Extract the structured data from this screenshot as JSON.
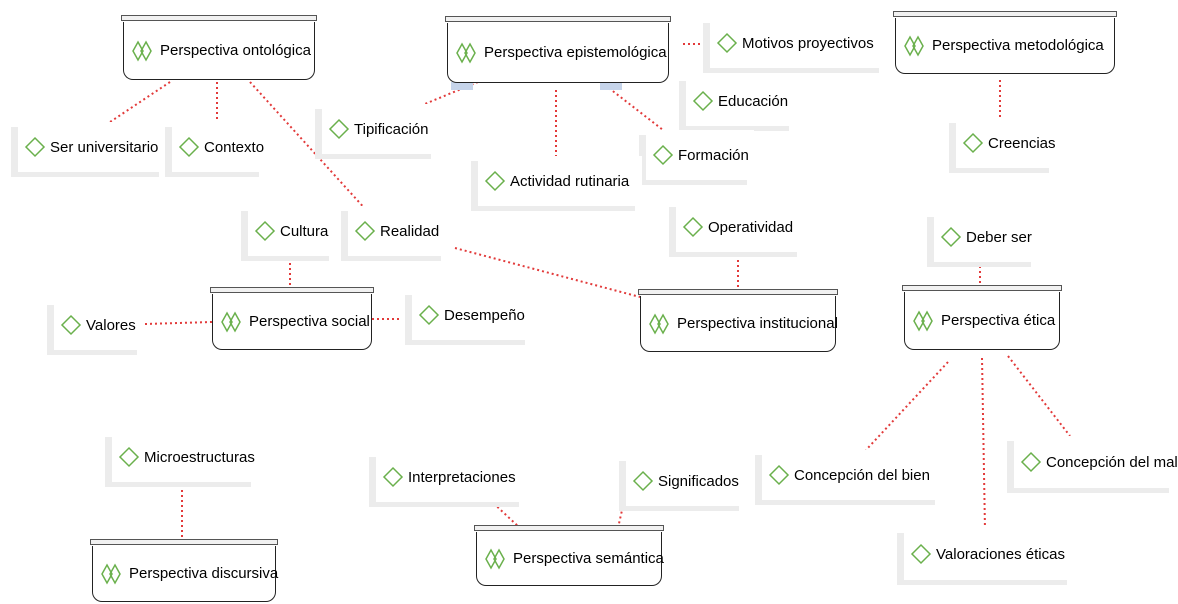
{
  "groups": {
    "ontologica": "Perspectiva ontológica",
    "epistemologica": "Perspectiva epistemológica",
    "metodologica": "Perspectiva metodológica",
    "social": "Perspectiva social",
    "institucional": "Perspectiva institucional",
    "etica": "Perspectiva ética",
    "discursiva": "Perspectiva discursiva",
    "semantica": "Perspectiva semántica"
  },
  "codes": {
    "motivos_proyectivos": "Motivos proyectivos",
    "educacion": "Educación",
    "ser_universitario": "Ser universitario",
    "contexto": "Contexto",
    "tipificacion": "Tipificación",
    "formacion": "Formación",
    "creencias": "Creencias",
    "actividad_rutinaria": "Actividad rutinaria",
    "cultura": "Cultura",
    "realidad": "Realidad",
    "operatividad": "Operatividad",
    "deber_ser": "Deber ser",
    "valores": "Valores",
    "desempeno": "Desempeño",
    "microestructuras": "Microestructuras",
    "interpretaciones": "Interpretaciones",
    "significados": "Significados",
    "concepcion_bien": "Concepción del bien",
    "concepcion_mal": "Concepción del mal",
    "valoraciones_eticas": "Valoraciones éticas"
  },
  "colors": {
    "link": "#e23a3a",
    "icon": "#6ab04c",
    "border": "#222222",
    "shadow": "#ececec"
  },
  "icons": {
    "code": "diamond-icon",
    "group": "double-diamond-icon"
  }
}
